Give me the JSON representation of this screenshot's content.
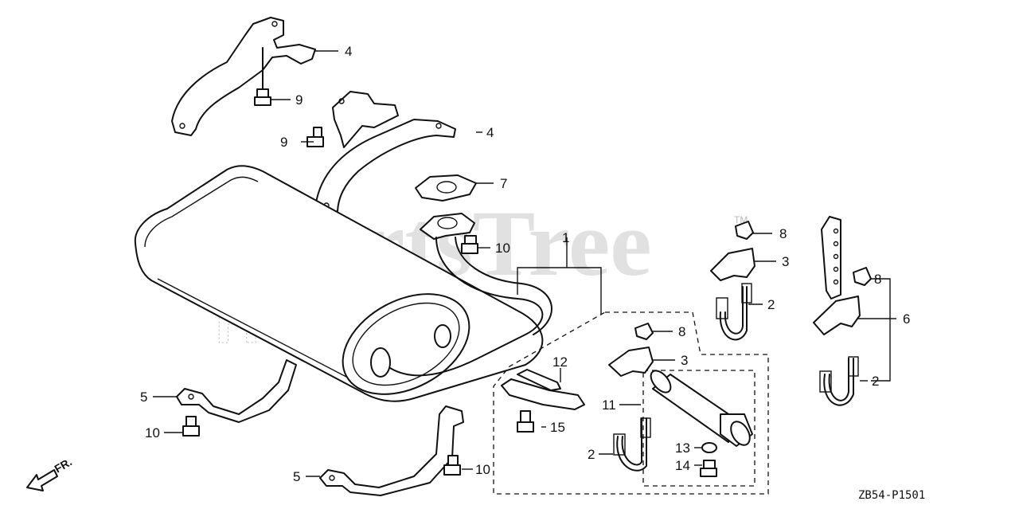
{
  "watermark": {
    "text": "PartsTree",
    "trademark": "TM",
    "brand_text": "HONDA"
  },
  "diagram_code": "ZB54-P1501",
  "direction_label": "FR.",
  "callouts": {
    "c1": "1",
    "c2a": "2",
    "c2b": "2",
    "c2c": "2",
    "c3a": "3",
    "c3b": "3",
    "c4a": "4",
    "c4b": "4",
    "c5a": "5",
    "c5b": "5",
    "c6": "6",
    "c7": "7",
    "c8a": "8",
    "c8b": "8",
    "c8c": "8",
    "c9a": "9",
    "c9b": "9",
    "c10a": "10",
    "c10b": "10",
    "c10c": "10",
    "c11": "11",
    "c12": "12",
    "c13": "13",
    "c14": "14",
    "c15": "15"
  }
}
